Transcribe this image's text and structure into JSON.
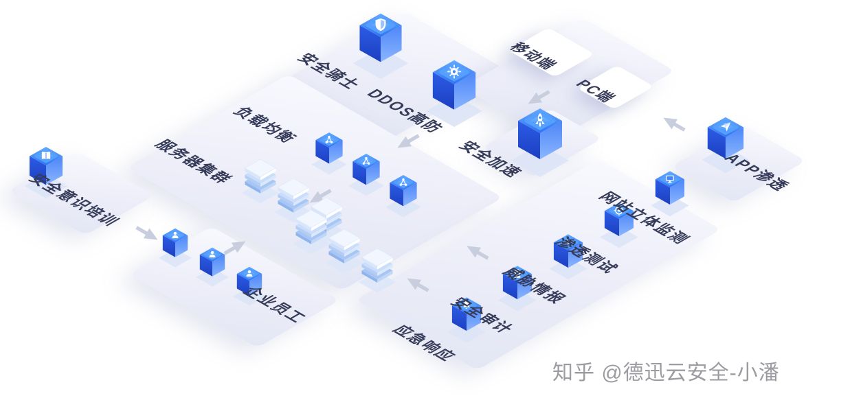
{
  "watermark": "知乎 @德迅云安全-小潘",
  "nodes": {
    "security_knight": {
      "label": "安全骑士",
      "icon": "shield-icon"
    },
    "ddos_protection": {
      "label": "DDOS高防",
      "icon": "gear-icon"
    },
    "mobile": {
      "label": "移动端"
    },
    "pc": {
      "label": "PC端"
    },
    "secure_acceleration": {
      "label": "安全加速",
      "icon": "rocket-icon"
    },
    "app_pentest": {
      "label": "APP渗透",
      "icon": "paper-plane-icon"
    },
    "load_balance": {
      "label": "负载均衡",
      "icon": "network-icon"
    },
    "server_cluster": {
      "label": "服务器集群",
      "icon": "layers-icon"
    },
    "awareness_training": {
      "label": "安全意识培训",
      "icon": "book-icon"
    },
    "employees": {
      "label": "企业员工",
      "icon": "person-icon"
    },
    "website_monitor": {
      "label": "网站立体监测",
      "icon": "monitor-icon"
    },
    "pentest": {
      "label": "渗透测试",
      "icon": "target-icon"
    },
    "threat_intel": {
      "label": "威胁情报",
      "icon": "bolt-icon"
    },
    "security_audit": {
      "label": "安全审计",
      "icon": "document-icon"
    },
    "incident_response": {
      "label": "应急响应",
      "icon": "bell-icon"
    }
  },
  "colors": {
    "cube_top": "#2f73f2",
    "cube_left": "#1c3fc0",
    "cube_right": "#8ab5ff",
    "platform": "#ecedf8",
    "arrow": "#c8cede",
    "label_text": "#353b58",
    "watermark_text": "#9b9ba1"
  }
}
